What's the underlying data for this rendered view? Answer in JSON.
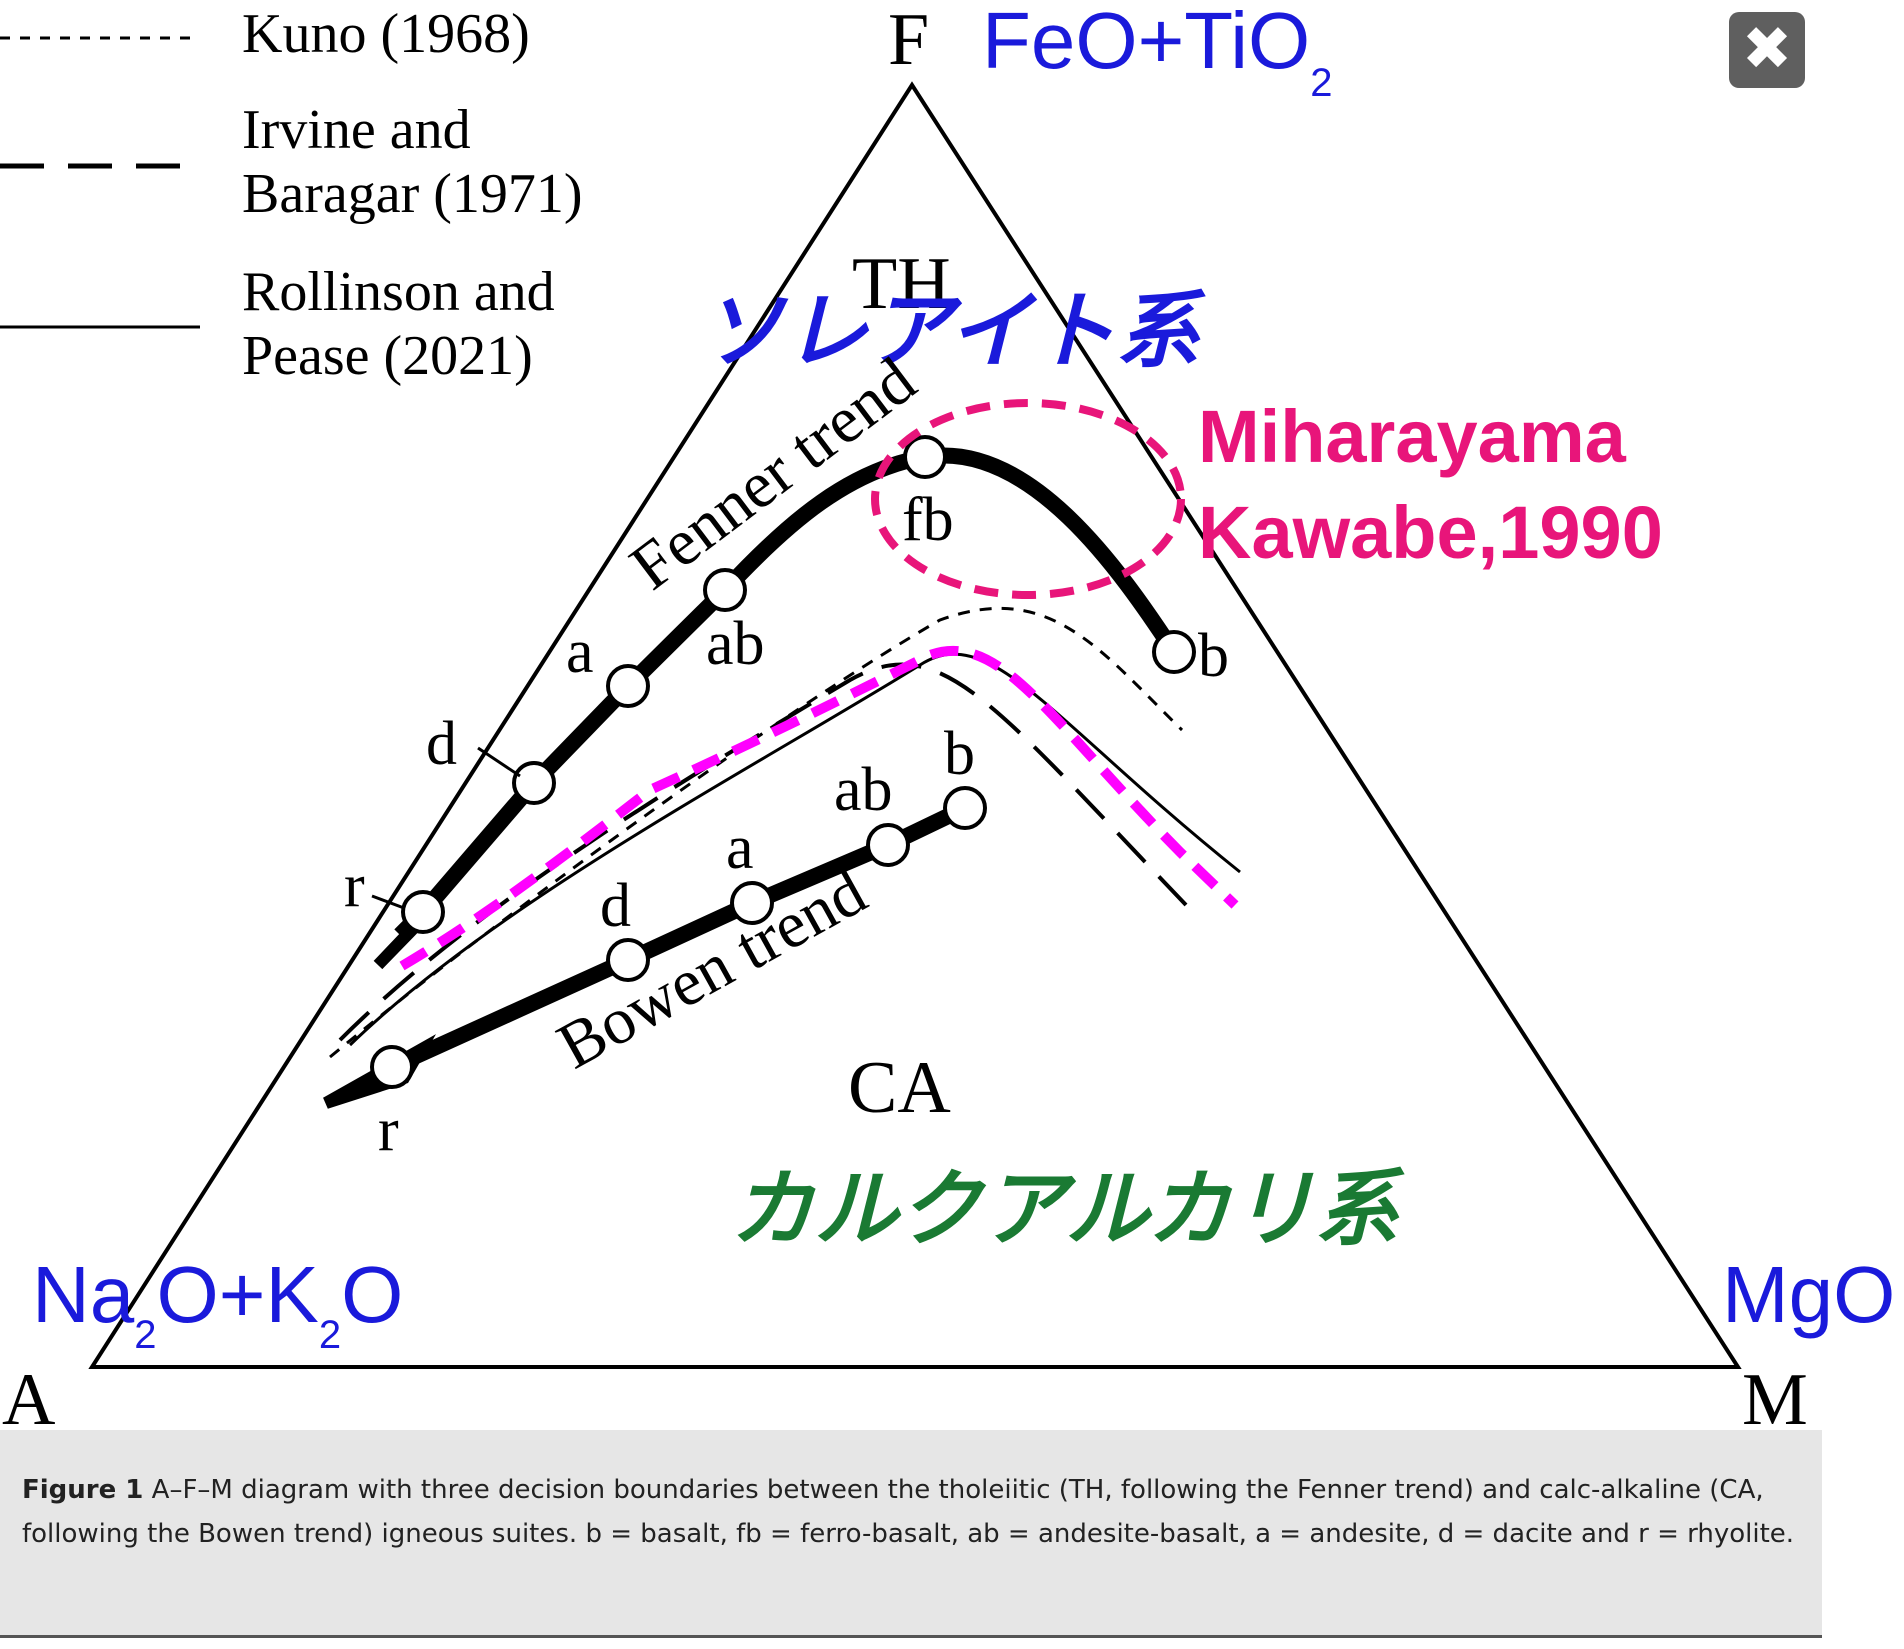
{
  "legend": {
    "kuno": "Kuno (1968)",
    "irvine_l1": "Irvine and",
    "irvine_l2": "Baragar (1971)",
    "rollinson_l1": "Rollinson and",
    "rollinson_l2": "Pease (2021)"
  },
  "vertices": {
    "f": "F",
    "a": "A",
    "m": "M"
  },
  "components": {
    "f_main": "FeO+TiO",
    "f_sub": "2",
    "a_na": "Na",
    "a_sub1": "2",
    "a_mid": "O+K",
    "a_sub2": "2",
    "a_end": "O",
    "m": "MgO"
  },
  "fields": {
    "th": "TH",
    "ca": "CA",
    "tholeiite_jp": "ソレアイト系",
    "calcalkali_jp": "カルクアルカリ系"
  },
  "trends": {
    "fenner": "Fenner trend",
    "bowen": "Bowen trend"
  },
  "fenner_points": {
    "b": "b",
    "fb": "fb",
    "ab": "ab",
    "a": "a",
    "d": "d",
    "r": "r"
  },
  "bowen_points": {
    "b": "b",
    "ab": "ab",
    "a": "a",
    "d": "d",
    "r": "r"
  },
  "annotation": {
    "line1": "Miharayama",
    "line2": "Kawabe,1990"
  },
  "caption": {
    "label": "Figure 1",
    "text": "A–F–M diagram with three decision boundaries between the tholeiitic (TH, following the Fenner trend) and calc-alkaline (CA, following the Bowen trend) igneous suites. b = basalt, fb = ferro-basalt, ab = andesite-basalt, a = andesite, d = dacite and r = rhyolite."
  },
  "close_button": {
    "label": "✖"
  },
  "colors": {
    "blue": "#1a1adb",
    "pink": "#e8157a",
    "magenta": "#ff00ff",
    "green": "#1a7a33"
  }
}
